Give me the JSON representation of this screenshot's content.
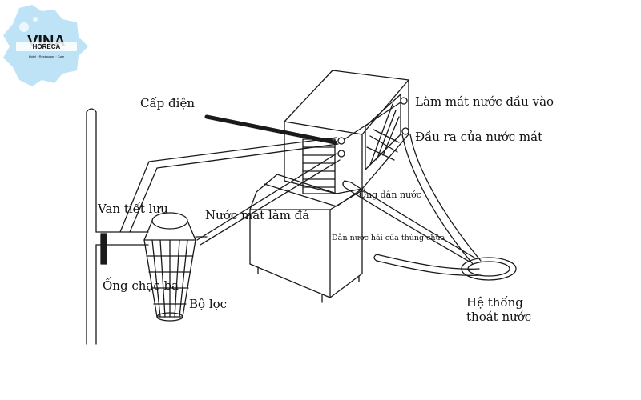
{
  "logo": {
    "brand": "VINA",
    "sub": "HORECA",
    "tagline": "Hotel · Restaurant · Cafe",
    "color": "#bfe3f6"
  },
  "labels": {
    "power": "Cấp điện",
    "inlet_cooling": "Làm mát nước đầu vào",
    "cool_outlet": "Đầu ra của nước mát",
    "water_pipe": "Ống dẫn nước",
    "throttle_valve": "Van tiết lưu",
    "ice_water": "Nước mát làm đá",
    "drain_tank": "Dẫn nước hải của thùng chứa",
    "tee_pipe": "Ống chạc ba",
    "filter": "Bộ lọc",
    "drain_system_1": "Hệ thống",
    "drain_system_2": "thoát nước"
  },
  "colors": {
    "line": "#1a1a1a",
    "background": "#ffffff"
  }
}
